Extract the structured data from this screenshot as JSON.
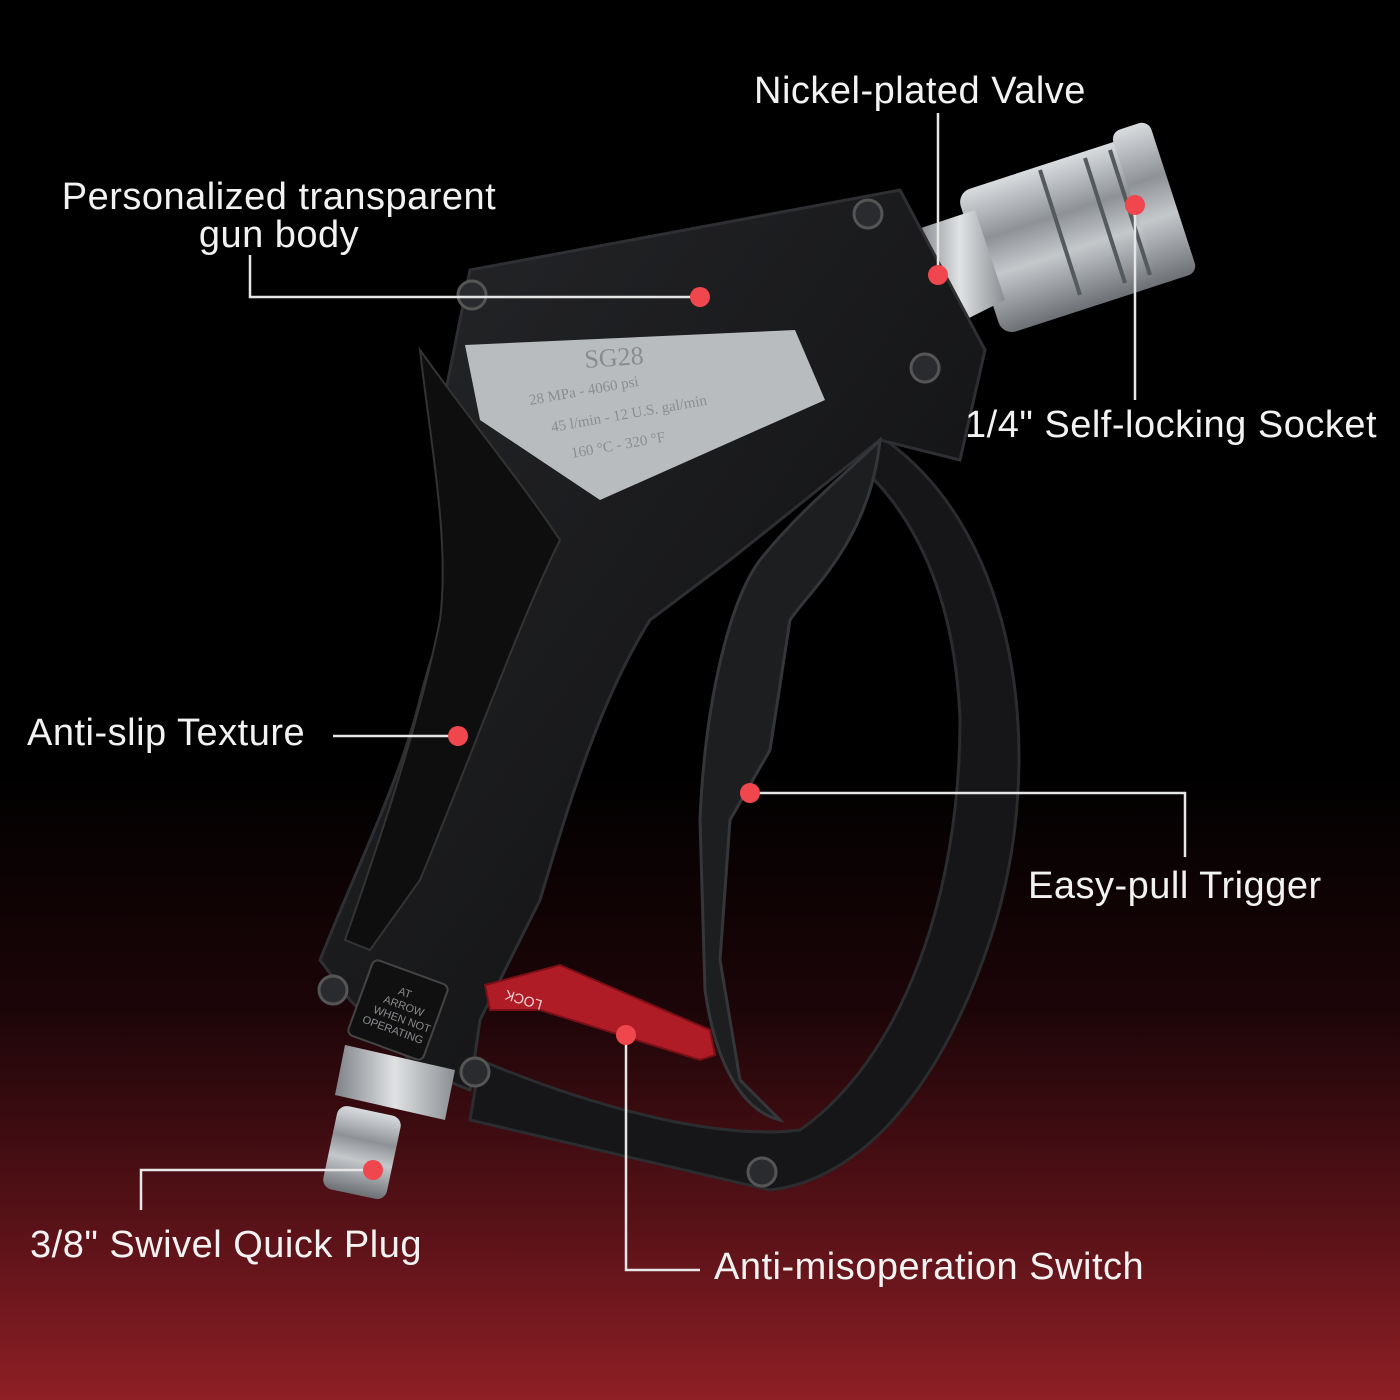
{
  "labels": {
    "valve": "Nickel-plated Valve",
    "body_line1": "Personalized transparent",
    "body_line2": "gun body",
    "socket": "1/4\" Self-locking Socket",
    "texture": "Anti-slip Texture",
    "trigger": "Easy-pull Trigger",
    "plug": "3/8\" Swivel Quick Plug",
    "switch": "Anti-misoperation Switch"
  },
  "product_plate": {
    "model": "SG28",
    "line1": "28 MPa - 4060 psi",
    "line2": "45 l/min - 12 U.S. gal/min",
    "line3": "160 °C - 320 °F"
  },
  "lock_tab": "LOCK",
  "arrow_tag": {
    "line1": "AT",
    "line2": "ARROW",
    "line3": "WHEN NOT",
    "line4": "OPERATING"
  },
  "colors": {
    "marker": "#f0474f",
    "lock_tab": "#b01c26",
    "plate": "#b9bcbf",
    "body": "#141416"
  }
}
